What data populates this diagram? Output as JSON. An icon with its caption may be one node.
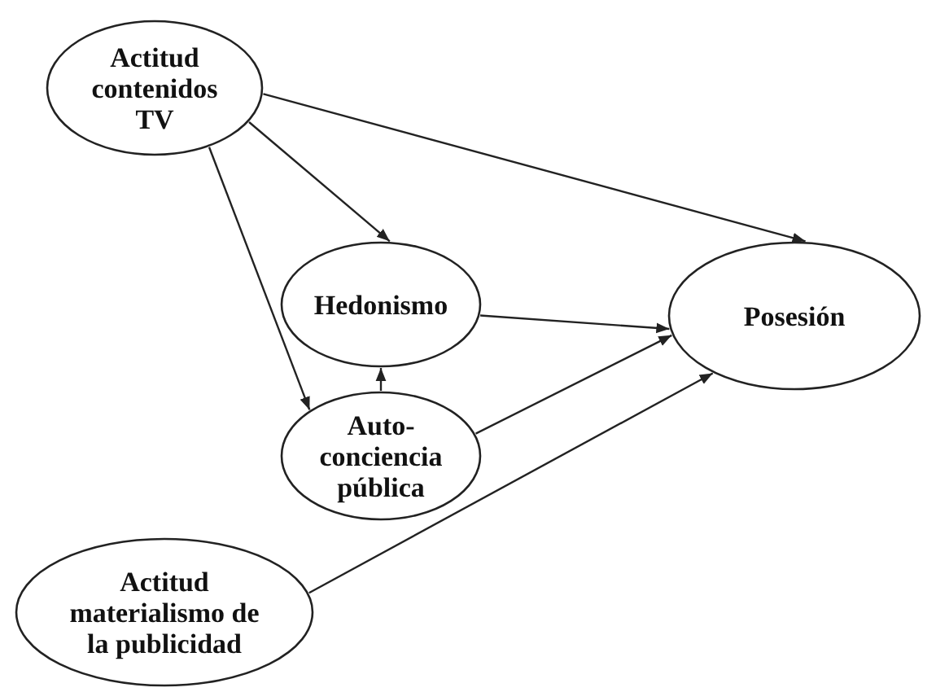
{
  "diagram": {
    "nodes": [
      {
        "text": [
          "Actitud contenidos TV"
        ]
      },
      {
        "text": [
          "Hedonismo"
        ]
      },
      {
        "text": [
          "Posesión"
        ]
      },
      {
        "text": [
          "Auto-conciencia pública"
        ]
      },
      {
        "text": [
          "Actitud materialismo de la publicidad"
        ]
      }
    ],
    "edges": [
      {
        "from": 0,
        "to": 1,
        "arrow": "to"
      },
      {
        "from": 0,
        "to": 2,
        "arrow": "to"
      },
      {
        "from": 0,
        "to": 3,
        "arrow": "to"
      },
      {
        "from": 1,
        "to": 2,
        "arrow": "to"
      },
      {
        "from": 3,
        "to": 1,
        "arrow": "to"
      },
      {
        "from": 3,
        "to": 2,
        "arrow": "to"
      },
      {
        "from": 4,
        "to": 2,
        "arrow": "to"
      }
    ]
  }
}
